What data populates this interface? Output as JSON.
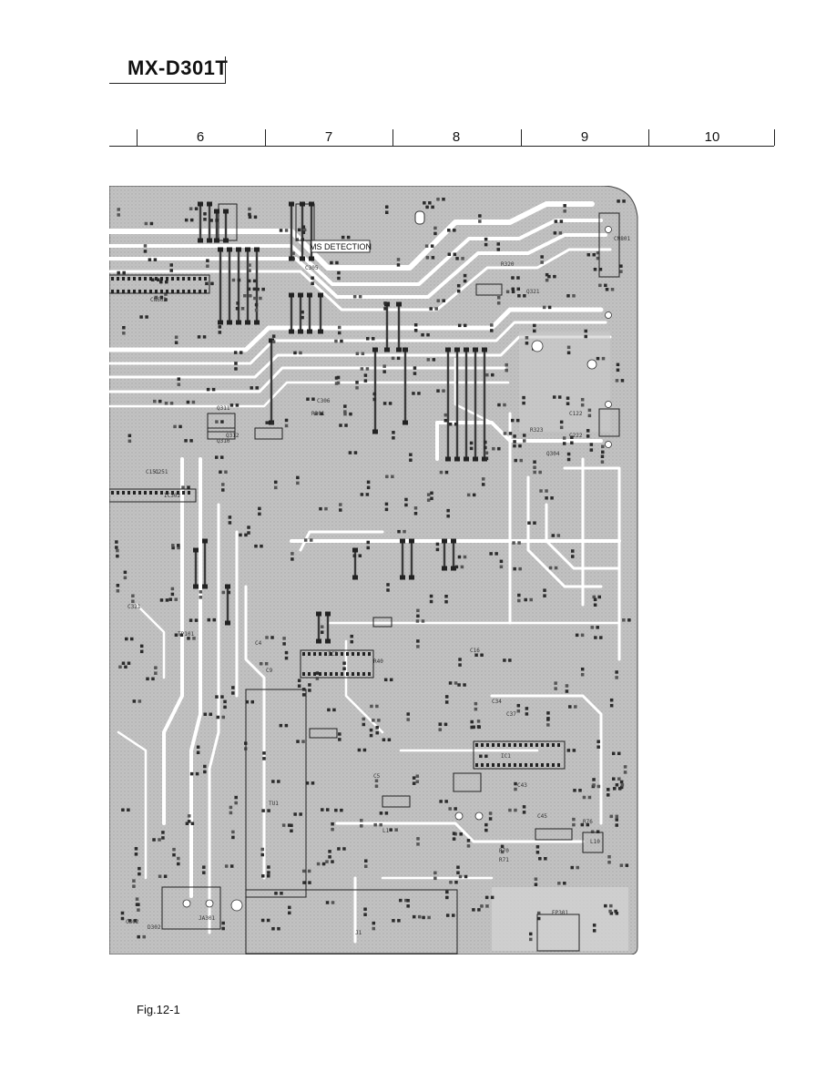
{
  "header": {
    "model": "MX-D301T"
  },
  "grid_columns": [
    "6",
    "7",
    "8",
    "9",
    "10"
  ],
  "pcb": {
    "callout": "MS DETECTION",
    "connector_label": "CN603",
    "component_labels": [
      "C305",
      "R320",
      "Q321",
      "Q312",
      "R301",
      "C306",
      "IC2",
      "IC1",
      "L1",
      "TU1",
      "J1",
      "L10",
      "CN801",
      "EP301",
      "JA301",
      "C122",
      "C222",
      "Q304",
      "R323",
      "C321",
      "TP101",
      "C251",
      "C151",
      "Q311",
      "Q310",
      "C5",
      "C4",
      "C9",
      "R40",
      "C16",
      "C34",
      "C37",
      "C43",
      "C45",
      "R70",
      "R71",
      "R76",
      "IC302",
      "C302",
      "D302"
    ],
    "colors": {
      "board": "#b9b9b9",
      "trace": "#ffffff",
      "pad": "#2b2b2b",
      "outline": "#444444"
    }
  },
  "footer": {
    "figure": "Fig.12-1"
  }
}
